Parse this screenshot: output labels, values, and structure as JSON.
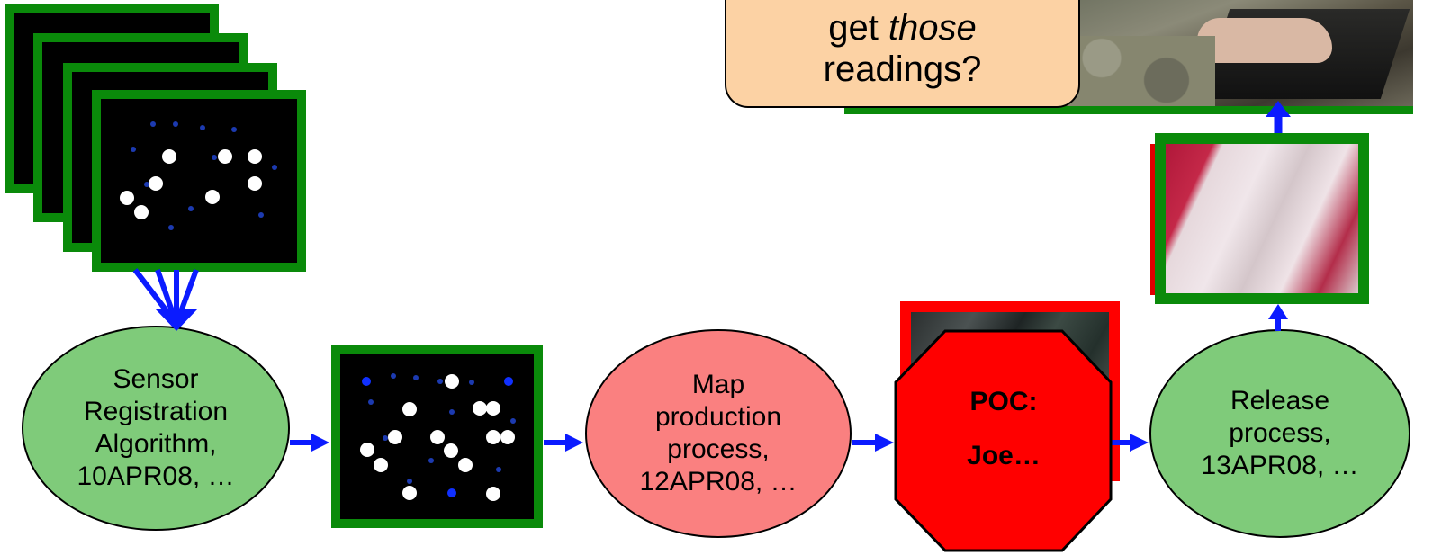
{
  "colors": {
    "green_frame": "#0a8a0a",
    "green_node": "#7fcb7a",
    "red_node": "#fa8080",
    "stop_red": "#ff0000",
    "arrow_blue": "#0b1bff",
    "callout_fill": "#fcd2a4"
  },
  "callout": {
    "line1_prefix": "get ",
    "line1_emphasis": "those",
    "line2": "readings?"
  },
  "nodes": {
    "sensor": "Sensor\nRegistration\nAlgorithm,\n10APR08, …",
    "map": "Map\nproduction\nprocess,\n12APR08, …",
    "release": "Release\nprocess,\n13APR08, …"
  },
  "stop": {
    "line1": "POC:",
    "line2": "Joe…"
  },
  "icons": {
    "sensor_stack": "sensor-image-stack-icon",
    "registered_image": "registered-sensor-image-icon",
    "map_image": "terrain-map-image-icon",
    "photo": "soldier-laptop-photo",
    "satellite": "satellite-image"
  }
}
